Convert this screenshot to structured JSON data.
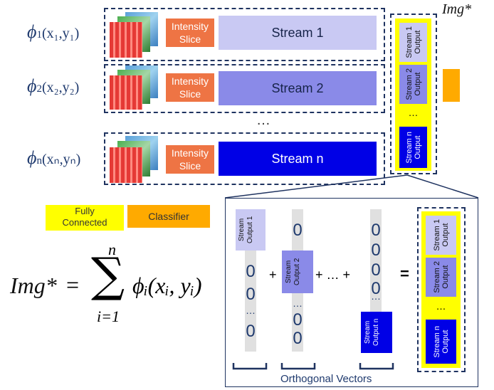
{
  "rows": [
    {
      "phi": "ϕ",
      "sub": "1",
      "args": "(x₁,y₁)",
      "slice_l1": "Intensity",
      "slice_l2": "Slice",
      "stream": "Stream 1"
    },
    {
      "phi": "ϕ",
      "sub": "2",
      "args": "(x₂,y₂)",
      "slice_l1": "Intensity",
      "slice_l2": "Slice",
      "stream": "Stream 2"
    },
    {
      "phi": "ϕ",
      "sub": "n",
      "args": "(xₙ,yₙ)",
      "slice_l1": "Intensity",
      "slice_l2": "Slice",
      "stream": "Stream n"
    }
  ],
  "ellipsis": "…",
  "img_label": "Img*",
  "output_column": [
    {
      "l1": "Stream 1",
      "l2": "Output"
    },
    {
      "l1": "Stream 2",
      "l2": "Output"
    },
    {
      "l1": "…",
      "l2": ""
    },
    {
      "l1": "Stream n",
      "l2": "Output"
    }
  ],
  "legend": {
    "fully_l1": "Fully",
    "fully_l2": "Connected",
    "classifier": "Classifier"
  },
  "formula": {
    "lhs": "Img*",
    "equals": "=",
    "upper": "n",
    "lower": "i=1",
    "term": "ϕᵢ(xᵢ, yᵢ)"
  },
  "vectors": {
    "v1_label": "Stream Output 1",
    "v2_label": "Stream Output 2",
    "vn_label": "Stream Output n",
    "zero": "0",
    "dots": "…",
    "plus": "+",
    "plus_dots": "+ … +",
    "equals": "=",
    "caption": "Orthogonal Vectors"
  },
  "colors": {
    "stream1": "#c9c9f3",
    "stream2": "#8a8ae8",
    "streamn": "#0000e6",
    "fully_connected": "#ffff00",
    "classifier": "#ffaa00",
    "intensity_slice": "#ee7444"
  }
}
